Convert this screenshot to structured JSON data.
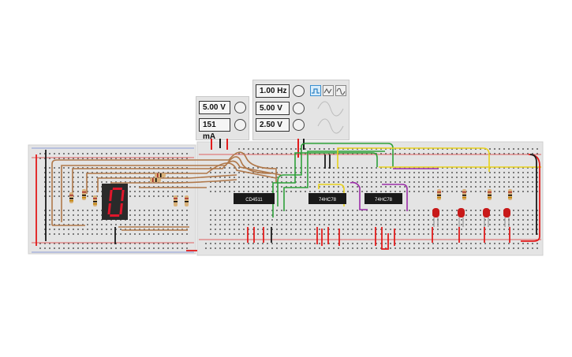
{
  "power_supply": {
    "voltage": "5.00 V",
    "current": "151 mA"
  },
  "function_generator": {
    "frequency": "1.00 Hz",
    "amplitude": "5.00 V",
    "dc_offset": "2.50 V",
    "waveforms": [
      "square-wave-icon",
      "triangle-wave-icon",
      "sine-wave-icon"
    ]
  },
  "chips": [
    {
      "label": "CD4511"
    },
    {
      "label": "74HC78"
    },
    {
      "label": "74HC78"
    }
  ],
  "display": {
    "digit": "0",
    "segment_color": "#e0162b"
  },
  "colors": {
    "wire_red": "#e21b1b",
    "wire_green": "#2ea13a",
    "wire_yellow": "#e8d21c",
    "wire_purple": "#9b2ea8",
    "wire_brown": "#b0784a",
    "wire_black": "#1b1b1b",
    "led_red": "#c81919",
    "board_gray": "#e4e4e4"
  }
}
